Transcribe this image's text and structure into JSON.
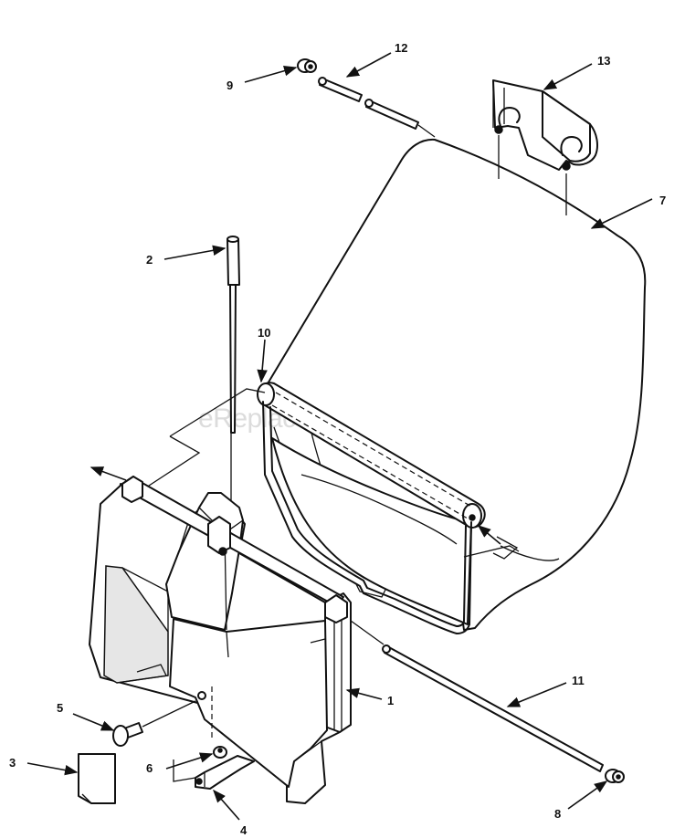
{
  "watermark": "eReplacementParts.com",
  "callouts": [
    {
      "id": "1",
      "label": "1"
    },
    {
      "id": "2",
      "label": "2"
    },
    {
      "id": "3",
      "label": "3"
    },
    {
      "id": "4",
      "label": "4"
    },
    {
      "id": "5",
      "label": "5"
    },
    {
      "id": "6",
      "label": "6"
    },
    {
      "id": "7",
      "label": "7"
    },
    {
      "id": "8",
      "label": "8"
    },
    {
      "id": "9",
      "label": "9"
    },
    {
      "id": "10",
      "label": "10"
    },
    {
      "id": "11",
      "label": "11"
    },
    {
      "id": "12",
      "label": "12"
    },
    {
      "id": "13",
      "label": "13"
    }
  ]
}
